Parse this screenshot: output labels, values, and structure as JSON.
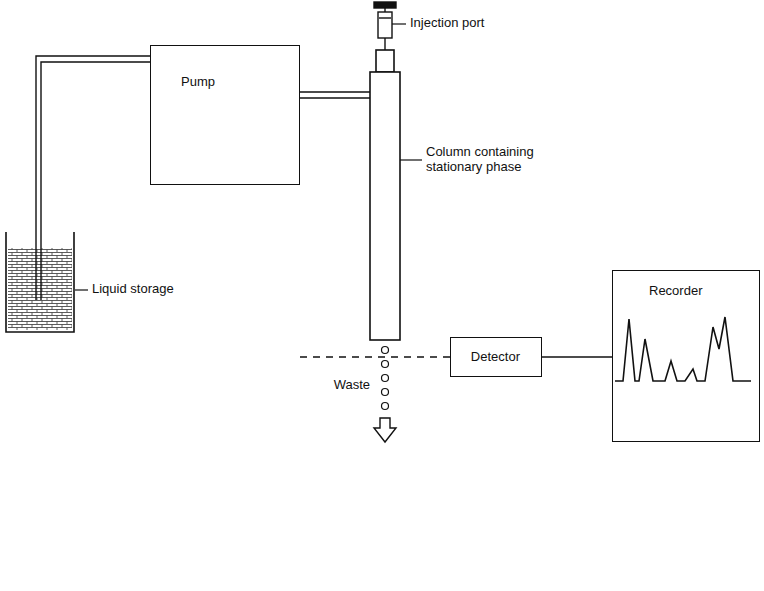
{
  "diagram": {
    "nodes": [
      {
        "text": [
          "Pump"
        ]
      },
      {
        "text": [
          "Detector"
        ]
      },
      {
        "text": [
          "Recorder"
        ]
      }
    ],
    "edges": [
      {
        "from": 1,
        "to": 2,
        "arrow": "none"
      }
    ],
    "labels": [
      "Injection port",
      "Column containing stationary phase",
      "Liquid storage",
      "Waste"
    ]
  }
}
